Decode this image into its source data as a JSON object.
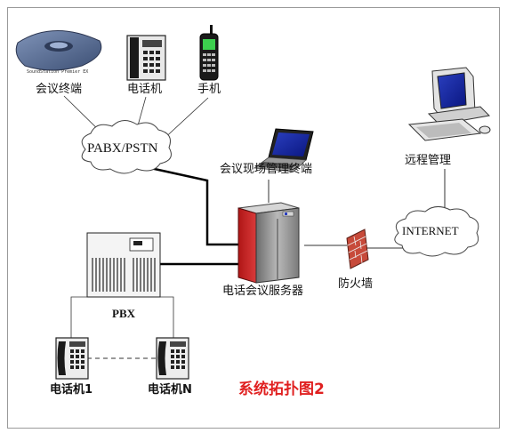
{
  "labels": {
    "conference_terminal": "会议终端",
    "telephone": "电话机",
    "mobile": "手机",
    "pabx_pstn": "PABX/PSTN",
    "onsite_terminal": "会议现场管理终端",
    "remote_mgmt": "远程管理",
    "internet": "INTERNET",
    "server": "电话会议服务器",
    "firewall": "防火墙",
    "pbx": "PBX",
    "phone_1": "电话机1",
    "phone_n": "电话机N",
    "title": "系统拓扑图2"
  },
  "device_text": {
    "soundstation": "SoundStation Premier EX"
  }
}
